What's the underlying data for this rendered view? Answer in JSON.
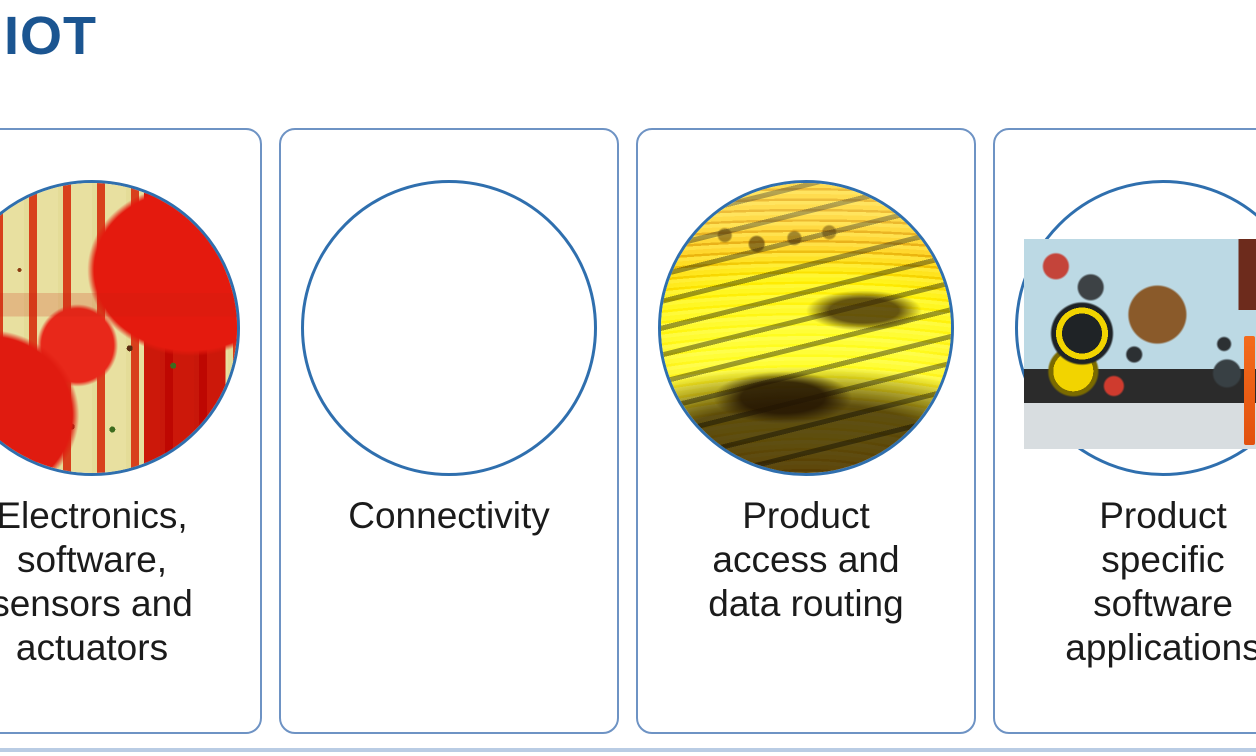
{
  "slide": {
    "title": "F IOT",
    "title_color": "#1b5591",
    "accent_border_color": "#6e93c4",
    "circle_ring_color": "#2f6fae"
  },
  "cards": [
    {
      "id": "electronics",
      "image_name": "circuit-board-image",
      "caption": "Electronics,\nsoftware,\nsensors and\nactuators"
    },
    {
      "id": "connectivity",
      "image_name": "fibre-optic-image",
      "caption": "Connectivity"
    },
    {
      "id": "product-access",
      "image_name": "network-cables-image",
      "caption": "Product\naccess and\ndata routing"
    },
    {
      "id": "product-software",
      "image_name": "product-panel-image",
      "caption": "Product\nspecific\nsoftware\napplications"
    }
  ]
}
